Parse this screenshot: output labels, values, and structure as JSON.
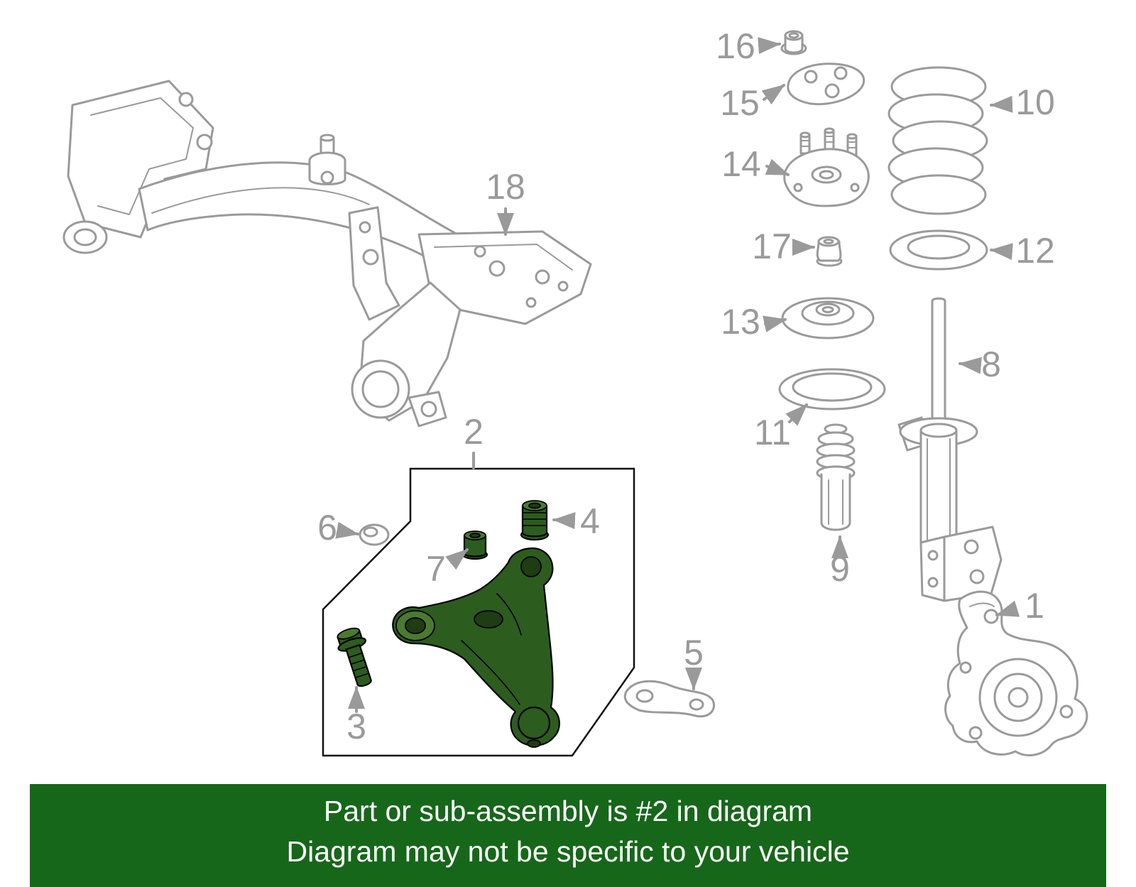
{
  "diagram": {
    "line_color": "#9a9a9a",
    "highlight_color": "#2d5c1f",
    "box_outline_color": "#111111",
    "callouts": [
      {
        "label": "16"
      },
      {
        "label": "15"
      },
      {
        "label": "10"
      },
      {
        "label": "14"
      },
      {
        "label": "18"
      },
      {
        "label": "17"
      },
      {
        "label": "12"
      },
      {
        "label": "13"
      },
      {
        "label": "8"
      },
      {
        "label": "11"
      },
      {
        "label": "2"
      },
      {
        "label": "6"
      },
      {
        "label": "4"
      },
      {
        "label": "7"
      },
      {
        "label": "9"
      },
      {
        "label": "1"
      },
      {
        "label": "5"
      },
      {
        "label": "3"
      }
    ]
  },
  "banner": {
    "background": "#17671a",
    "text_color": "#ffffff",
    "line1": "Part or sub-assembly is #2 in diagram",
    "line2": "Diagram may not be specific to your vehicle"
  }
}
